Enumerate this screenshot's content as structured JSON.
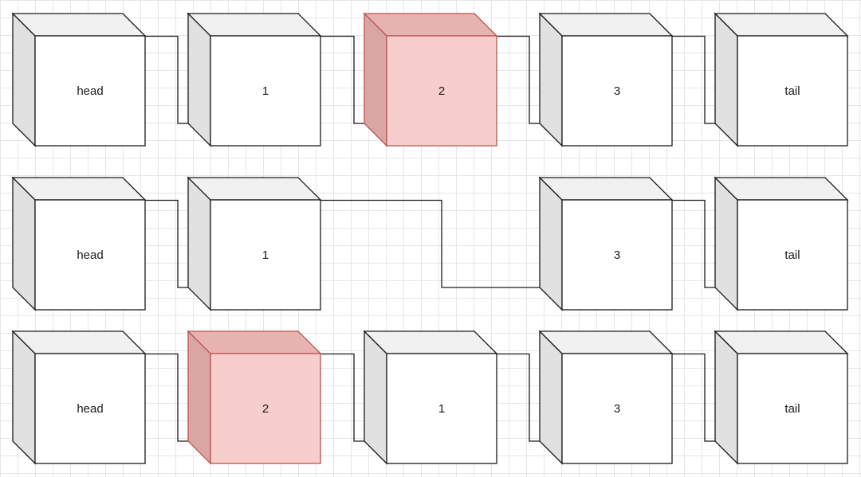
{
  "colors": {
    "background": "#ffffff",
    "grid": "#e6e6e6",
    "stroke": "#1a1a1a",
    "node_front": "#ffffff",
    "node_side": "#e1e1e1",
    "node_top": "#f1f1f1",
    "highlight_front": "#f8cecc",
    "highlight_side": "#d9a6a4",
    "highlight_top": "#e7b3b1",
    "highlight_stroke": "#b85450"
  },
  "rows": [
    {
      "nodes": [
        {
          "label": "head",
          "highlighted": false
        },
        {
          "label": "1",
          "highlighted": false
        },
        {
          "label": "2",
          "highlighted": true
        },
        {
          "label": "3",
          "highlighted": false
        },
        {
          "label": "tail",
          "highlighted": false
        }
      ]
    },
    {
      "nodes": [
        {
          "label": "head",
          "highlighted": false
        },
        {
          "label": "1",
          "highlighted": false
        },
        {
          "label": "3",
          "highlighted": false
        },
        {
          "label": "tail",
          "highlighted": false
        }
      ]
    },
    {
      "nodes": [
        {
          "label": "head",
          "highlighted": false
        },
        {
          "label": "2",
          "highlighted": true
        },
        {
          "label": "1",
          "highlighted": false
        },
        {
          "label": "3",
          "highlighted": false
        },
        {
          "label": "tail",
          "highlighted": false
        }
      ]
    }
  ]
}
